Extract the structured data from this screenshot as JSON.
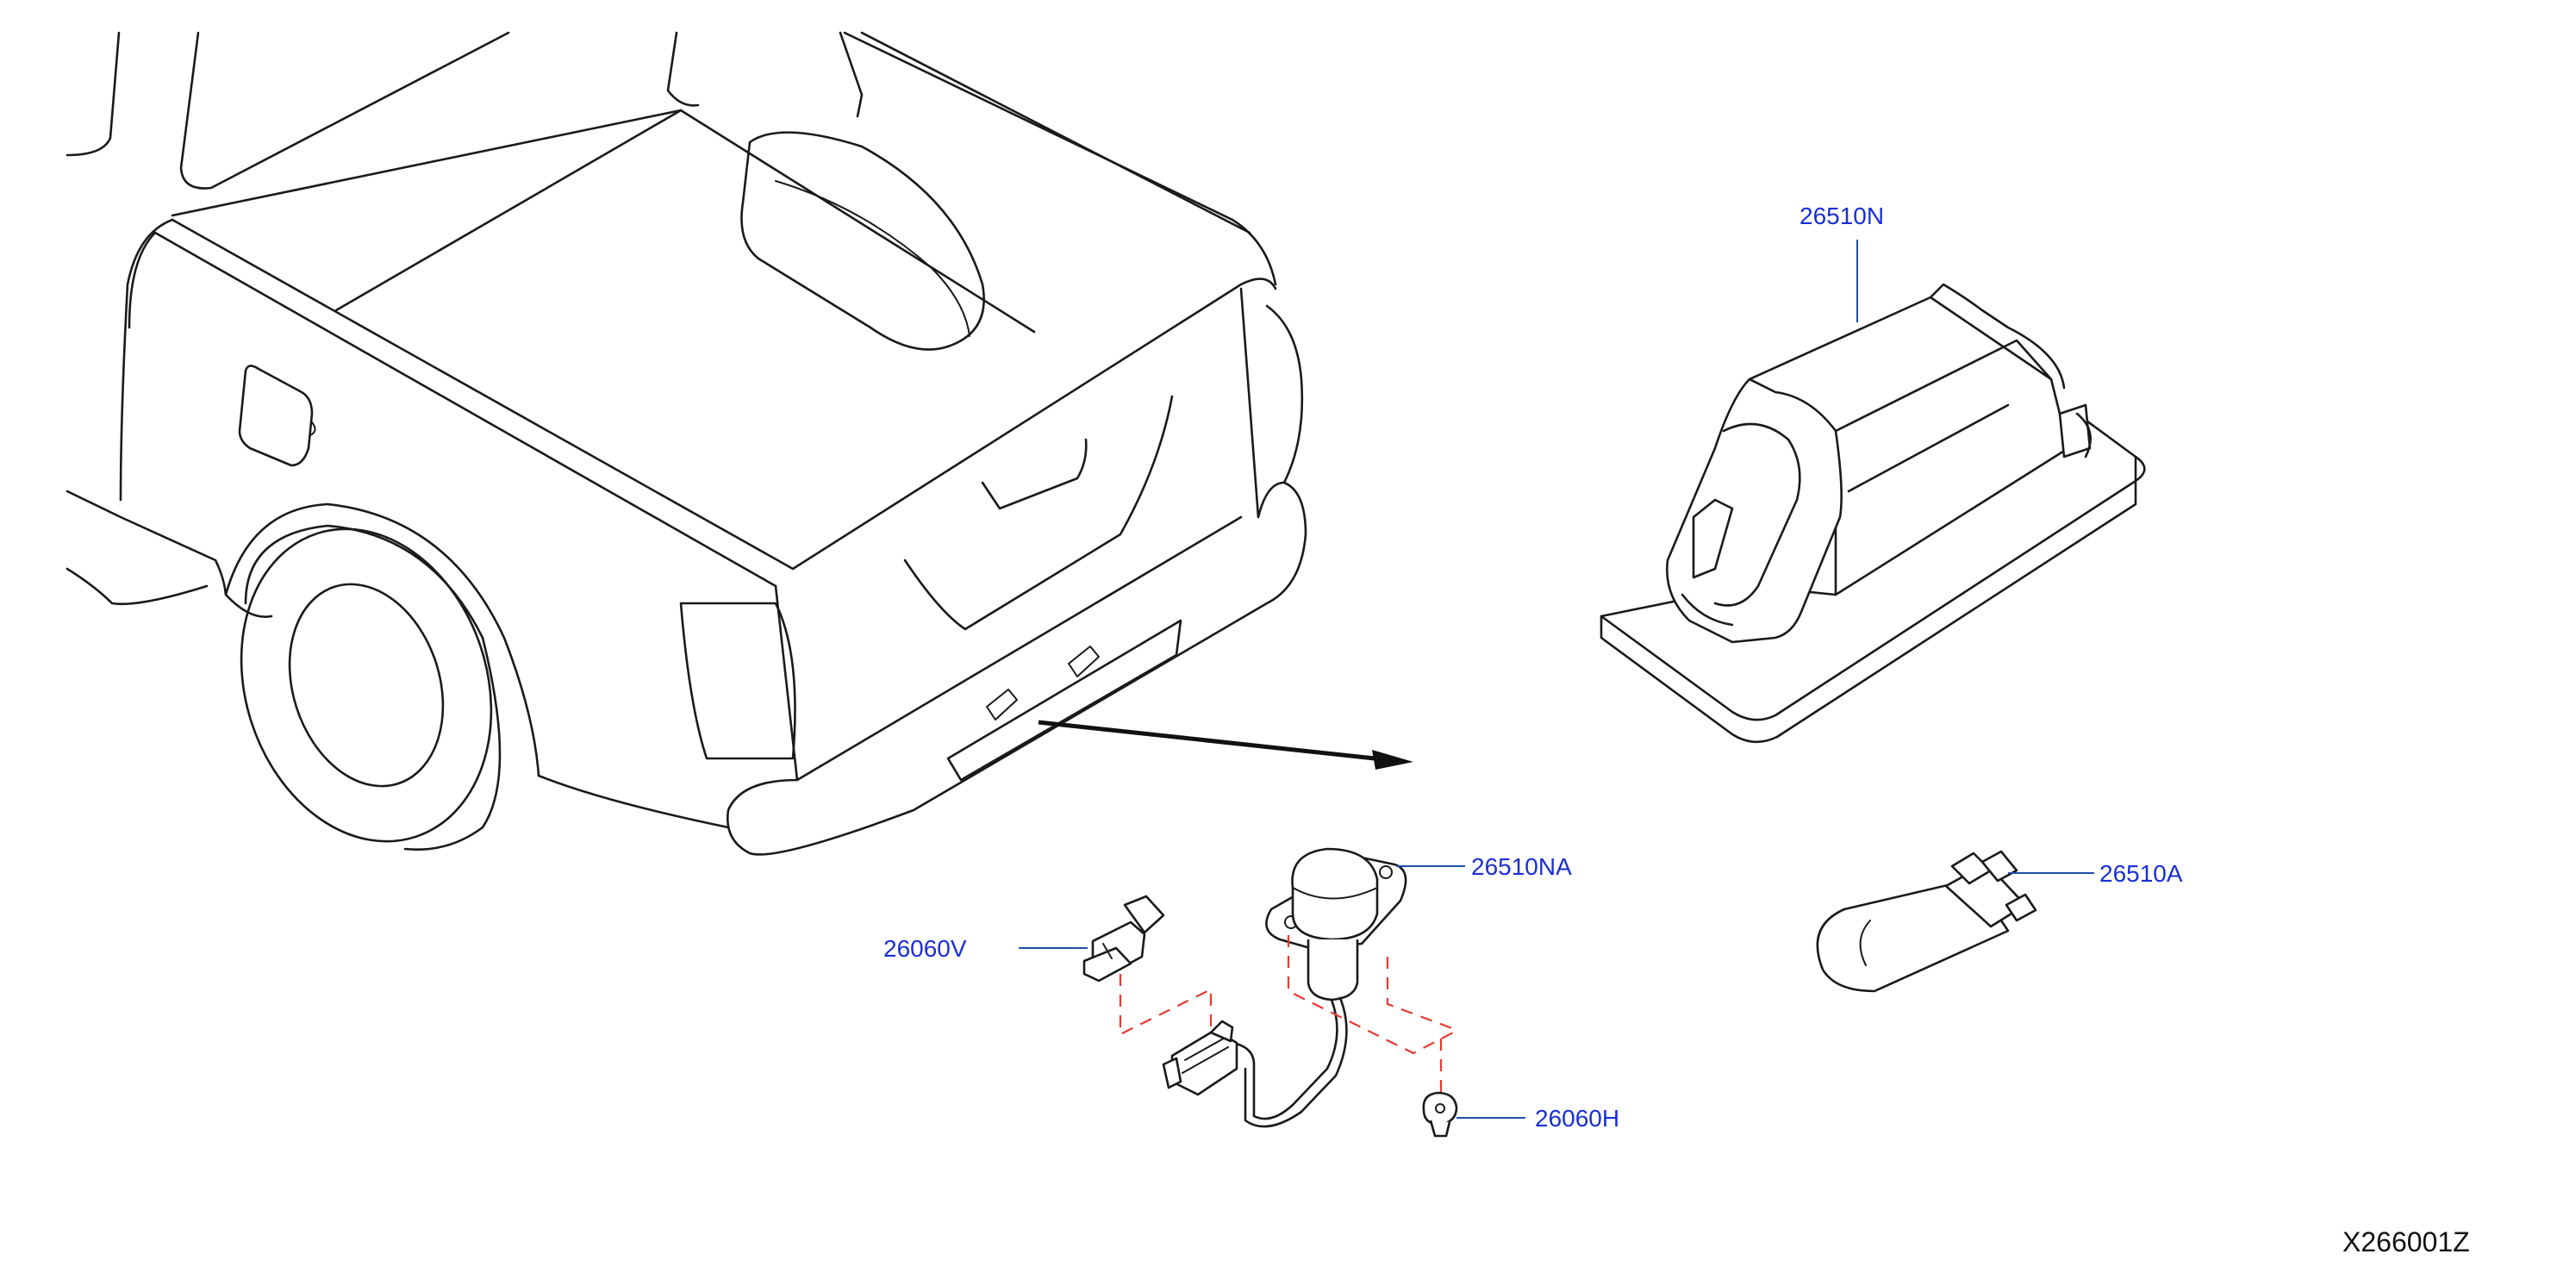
{
  "callouts": {
    "lamp_assembly": "26510N",
    "lamp_housing": "26510NA",
    "bulb": "26510A",
    "harness_clip": "26060V",
    "grommet": "26060H"
  },
  "document_id": "X266001Z",
  "colors": {
    "callout_text": "#1a2fd6",
    "leader_line": "#1f4fa8",
    "dashed_guide": "#e8392f",
    "line_art": "#1a1a1a"
  }
}
